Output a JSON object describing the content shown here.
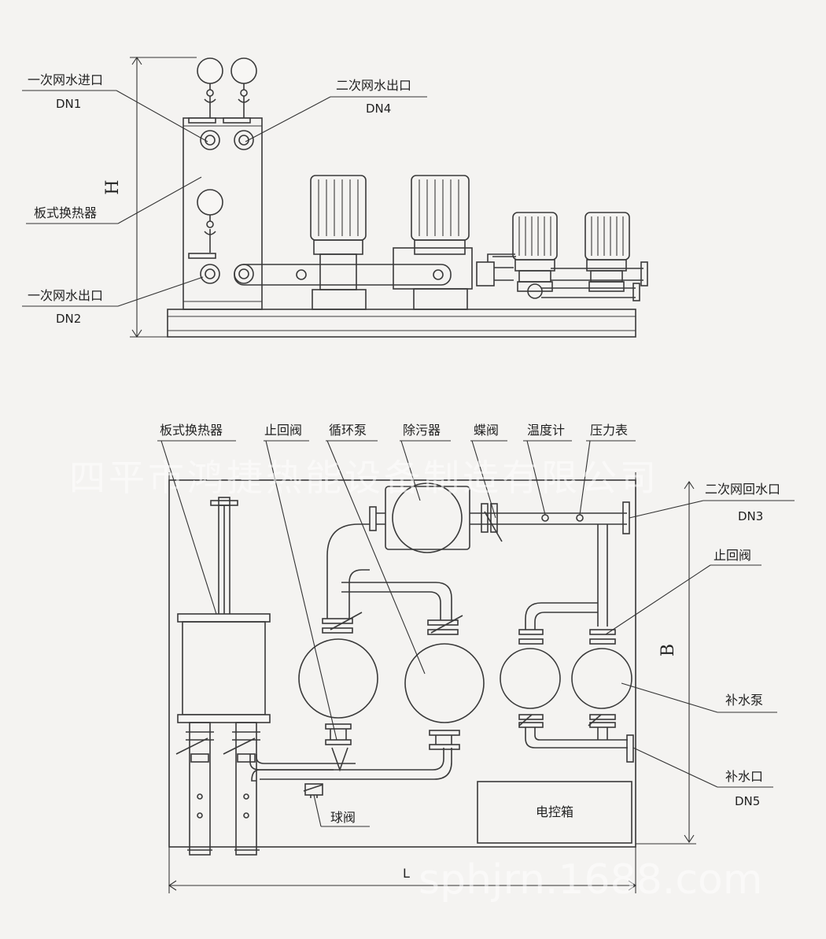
{
  "top_view": {
    "labels": {
      "primary_inlet": "一次网水进口",
      "primary_inlet_dn": "DN1",
      "secondary_outlet": "二次网水出口",
      "secondary_outlet_dn": "DN4",
      "plate_exchanger": "板式换热器",
      "primary_outlet": "一次网水出口",
      "primary_outlet_dn": "DN2"
    },
    "dimension_h": "H"
  },
  "bottom_view": {
    "labels": {
      "plate_exchanger": "板式换热器",
      "check_valve": "止回阀",
      "circulation_pump": "循环泵",
      "dirt_separator": "除污器",
      "butterfly_valve": "蝶阀",
      "thermometer": "温度计",
      "pressure_gauge": "压力表",
      "secondary_return": "二次网回水口",
      "secondary_return_dn": "DN3",
      "check_valve_right": "止回阀",
      "makeup_pump": "补水泵",
      "makeup_inlet": "补水口",
      "makeup_inlet_dn": "DN5",
      "ball_valve": "球阀",
      "control_box": "电控箱"
    },
    "dimension_b": "B",
    "dimension_l": "L"
  },
  "watermarks": {
    "company": "四平市鸿捷热能设备制造有限公司",
    "site": "sphjrn.1688.com"
  }
}
